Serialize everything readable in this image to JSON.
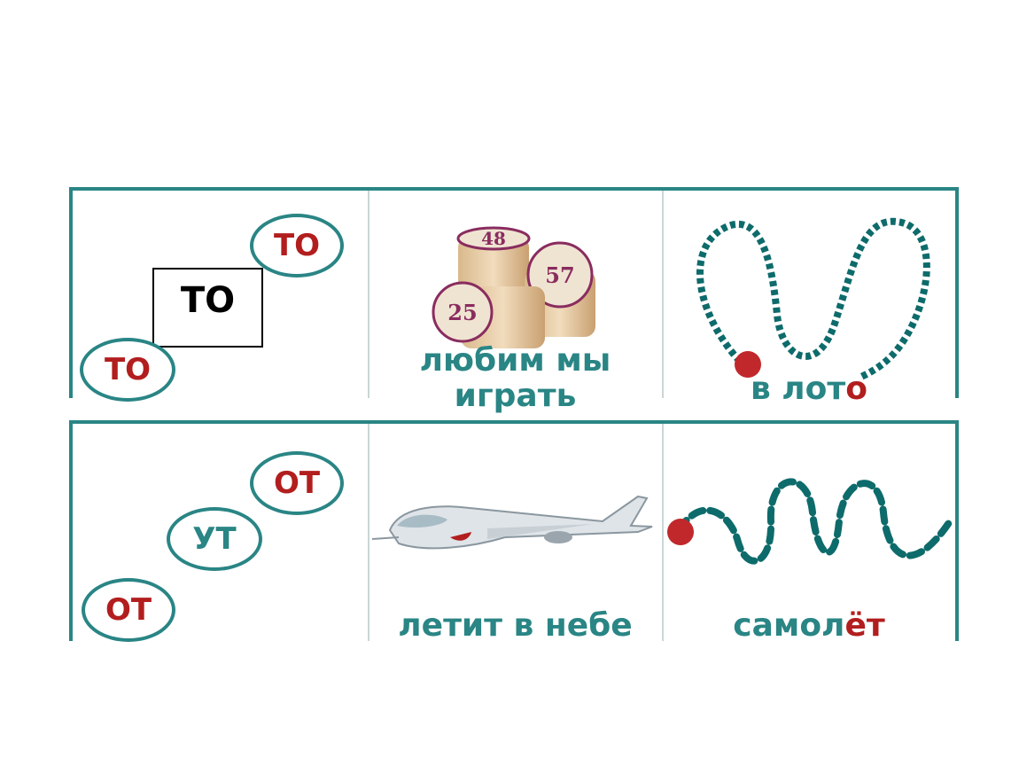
{
  "row1": {
    "syllables": {
      "top_right": "ТО",
      "bottom_left": "ТО",
      "boxed": "ТО"
    },
    "lotto": {
      "barrels": [
        "48",
        "57",
        "25"
      ],
      "caption_line1": "любим мы",
      "caption_line2": "играть"
    },
    "trace": {
      "caption_main": "в лот",
      "caption_highlight": "о"
    }
  },
  "row2": {
    "syllables": {
      "top_right": "ОТ",
      "middle": "УТ",
      "bottom_left": "ОТ"
    },
    "plane": {
      "caption": "летит в небе"
    },
    "trace": {
      "caption_main": "самол",
      "caption_highlight": "ёт"
    }
  },
  "colors": {
    "teal": "#2a8585",
    "red": "#b21e1e",
    "dot": "#c0282c"
  },
  "icons": [
    "lotto-barrels-icon",
    "trace-path-icon",
    "airplane-icon",
    "start-dot-icon"
  ]
}
